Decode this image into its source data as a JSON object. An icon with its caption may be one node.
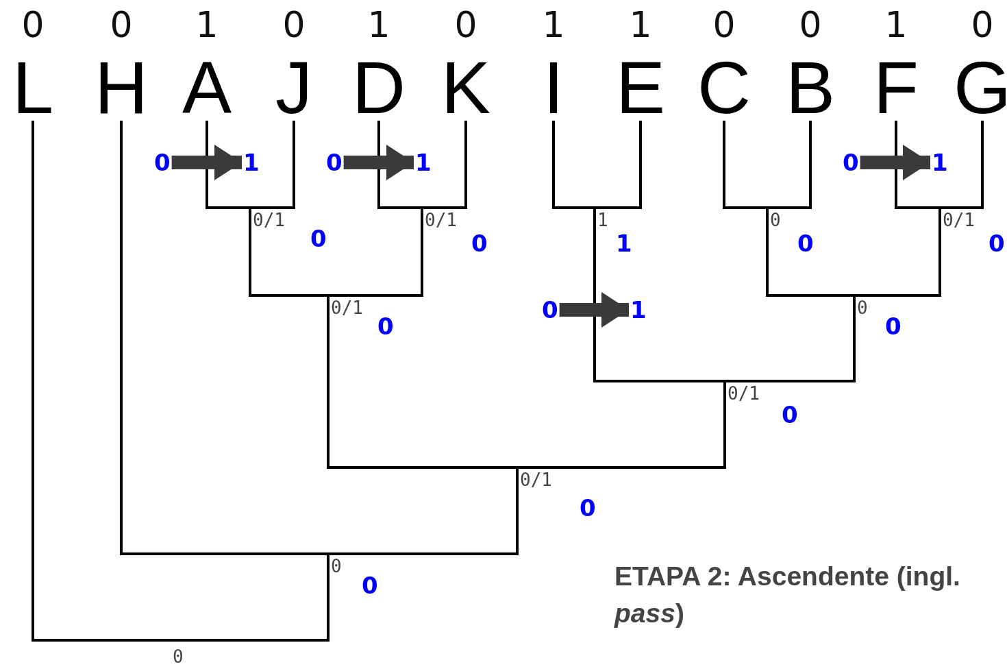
{
  "diagram": {
    "caption": "ETAPA 2: Ascendente (ingl. *pass*)",
    "nodes": [
      {
        "text": [
          "L"
        ],
        "beside": [
          "0"
        ]
      },
      {
        "text": [
          "H"
        ],
        "beside": [
          "0"
        ]
      },
      {
        "text": [
          "A"
        ],
        "beside": [
          "1"
        ]
      },
      {
        "text": [
          "J"
        ],
        "beside": [
          "0"
        ]
      },
      {
        "text": [
          "D"
        ],
        "beside": [
          "1"
        ]
      },
      {
        "text": [
          "K"
        ],
        "beside": [
          "0"
        ]
      },
      {
        "text": [
          "I"
        ],
        "beside": [
          "1"
        ]
      },
      {
        "text": [
          "E"
        ],
        "beside": [
          "1"
        ]
      },
      {
        "text": [
          "C"
        ],
        "beside": [
          "0"
        ]
      },
      {
        "text": [
          "B"
        ],
        "beside": [
          "0"
        ]
      },
      {
        "text": [
          "F"
        ],
        "beside": [
          "1"
        ]
      },
      {
        "text": [
          "G"
        ],
        "beside": [
          "0"
        ]
      },
      {
        "text": [
          "0/1",
          "0"
        ]
      },
      {
        "text": [
          "0/1",
          "0"
        ]
      },
      {
        "text": [
          "1",
          "1"
        ]
      },
      {
        "text": [
          "0",
          "0"
        ]
      },
      {
        "text": [
          "0/1",
          "0"
        ]
      },
      {
        "text": [
          "0/1",
          "0"
        ]
      },
      {
        "text": [
          "0",
          "0"
        ]
      },
      {
        "text": [
          "0/1",
          "0"
        ]
      },
      {
        "text": [
          "0/1",
          "0"
        ]
      },
      {
        "text": [
          "0",
          "0"
        ]
      },
      {
        "text": [
          "0"
        ]
      },
      {
        "text": [
          "0"
        ]
      },
      {
        "text": [
          "1"
        ]
      },
      {
        "text": [
          "0"
        ]
      },
      {
        "text": [
          "1"
        ]
      },
      {
        "text": [
          "0"
        ]
      },
      {
        "text": [
          "1"
        ]
      },
      {
        "text": [
          "0"
        ]
      },
      {
        "text": [
          "1"
        ]
      }
    ],
    "edges": [
      {
        "from": 22,
        "to": 0,
        "arrow": "none"
      },
      {
        "from": 22,
        "to": 21,
        "arrow": "none"
      },
      {
        "from": 21,
        "to": 1,
        "arrow": "none"
      },
      {
        "from": 21,
        "to": 20,
        "arrow": "none"
      },
      {
        "from": 20,
        "to": 17,
        "arrow": "none"
      },
      {
        "from": 20,
        "to": 19,
        "arrow": "none"
      },
      {
        "from": 17,
        "to": 12,
        "arrow": "none"
      },
      {
        "from": 17,
        "to": 13,
        "arrow": "none"
      },
      {
        "from": 12,
        "to": 2,
        "arrow": "none"
      },
      {
        "from": 12,
        "to": 3,
        "arrow": "none"
      },
      {
        "from": 13,
        "to": 4,
        "arrow": "none"
      },
      {
        "from": 13,
        "to": 5,
        "arrow": "none"
      },
      {
        "from": 19,
        "to": 14,
        "arrow": "none"
      },
      {
        "from": 19,
        "to": 18,
        "arrow": "none"
      },
      {
        "from": 14,
        "to": 6,
        "arrow": "none"
      },
      {
        "from": 14,
        "to": 7,
        "arrow": "none"
      },
      {
        "from": 18,
        "to": 15,
        "arrow": "none"
      },
      {
        "from": 18,
        "to": 16,
        "arrow": "none"
      },
      {
        "from": 15,
        "to": 8,
        "arrow": "none"
      },
      {
        "from": 15,
        "to": 9,
        "arrow": "none"
      },
      {
        "from": 16,
        "to": 10,
        "arrow": "none"
      },
      {
        "from": 16,
        "to": 11,
        "arrow": "none"
      },
      {
        "from": 23,
        "to": 24,
        "arrow": "to",
        "style": "thick",
        "color": "#3a3a3a"
      },
      {
        "from": 25,
        "to": 26,
        "arrow": "to",
        "style": "thick",
        "color": "#3a3a3a"
      },
      {
        "from": 27,
        "to": 28,
        "arrow": "to",
        "style": "thick",
        "color": "#3a3a3a"
      },
      {
        "from": 29,
        "to": 30,
        "arrow": "to",
        "style": "thick",
        "color": "#3a3a3a"
      }
    ]
  }
}
